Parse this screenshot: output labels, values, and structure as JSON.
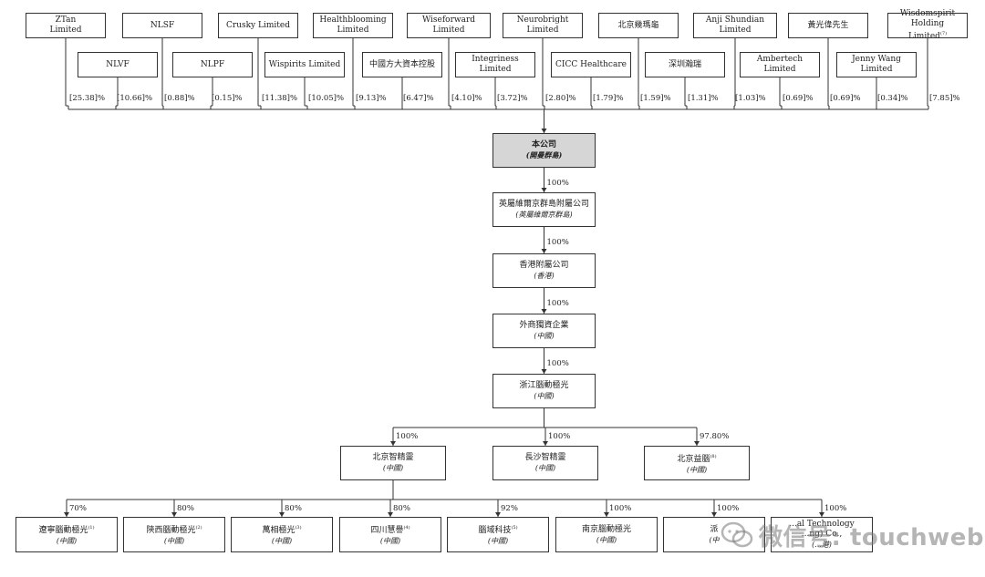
{
  "shareholders": [
    {
      "name": "ZTan\nLimited",
      "pct": "[25.38]%"
    },
    {
      "name": "NLVF",
      "pct": "[10.66]%"
    },
    {
      "name": "NLSF",
      "pct": "[0.88]%"
    },
    {
      "name": "NLPF",
      "pct": "[0.15]%"
    },
    {
      "name": "Crusky Limited",
      "pct": "[11.38]%"
    },
    {
      "name": "Wispirits Limited",
      "pct": "[10.05]%"
    },
    {
      "name": "Healthblooming\nLimited",
      "pct": "[9.13]%"
    },
    {
      "name": "中國方大資本控股",
      "pct": "[6.47]%"
    },
    {
      "name": "Wiseforward\nLimited",
      "pct": "[4.10]%"
    },
    {
      "name": "Integriness Limited",
      "pct": "[3.72]%"
    },
    {
      "name": "Neurobright Limited",
      "pct": "[2.80]%"
    },
    {
      "name": "CICC Healthcare",
      "pct": "[1.79]%"
    },
    {
      "name": "北京幾瑪龜",
      "pct": "[1.59]%"
    },
    {
      "name": "深圳瀚瑞",
      "pct": "[1.31]%"
    },
    {
      "name": "Anji Shundian\nLimited",
      "pct": "[1.03]%"
    },
    {
      "name": "Ambertech\nLimited",
      "pct": "[0.69]%"
    },
    {
      "name": "黃光偉先生",
      "pct": "[0.69]%"
    },
    {
      "name": "Jenny Wang\nLimited",
      "pct": "[0.34]%"
    },
    {
      "name": "Wisdomspirit Holding\nLimited",
      "note": "(7)",
      "pct": "[7.85]%"
    }
  ],
  "chain": [
    {
      "name": "本公司",
      "sub": "(開曼群島)",
      "highlight": true
    },
    {
      "name": "英屬維爾京群島附屬公司",
      "sub": "(英屬維爾京群島)",
      "pct_in": "100%"
    },
    {
      "name": "香港附屬公司",
      "sub": "(香港)",
      "pct_in": "100%"
    },
    {
      "name": "外商獨資企業",
      "sub": "(中國)",
      "pct_in": "100%"
    },
    {
      "name": "浙江腦動極光",
      "sub": "(中國)",
      "pct_in": "100%"
    }
  ],
  "level2": [
    {
      "name": "北京智精靈",
      "sub": "(中國)",
      "pct": "100%"
    },
    {
      "name": "長沙智精靈",
      "sub": "(中國)",
      "pct": "100%"
    },
    {
      "name": "北京益腦",
      "note": "(8)",
      "sub": "(中國)",
      "pct": "97.80%"
    }
  ],
  "level3": [
    {
      "name": "遼寧腦動極光",
      "note": "(1)",
      "sub": "(中國)",
      "pct": "70%"
    },
    {
      "name": "陝西腦動極光",
      "note": "(2)",
      "sub": "(中國)",
      "pct": "80%"
    },
    {
      "name": "萬相極光",
      "note": "(3)",
      "sub": "(中國)",
      "pct": "80%"
    },
    {
      "name": "四川慧譽",
      "note": "(4)",
      "sub": "(中國)",
      "pct": "80%"
    },
    {
      "name": "腦域科技",
      "note": "(5)",
      "sub": "(中國)",
      "pct": "92%"
    },
    {
      "name": "南京腦動極光",
      "sub": "(中國)",
      "pct": "100%"
    },
    {
      "name": "派",
      "sub": "(中",
      "pct": "100%"
    },
    {
      "name": "...al Technology\n...ng) Co.,",
      "sub": "(...港)",
      "pct": "100%"
    }
  ],
  "watermark": {
    "text": "微信号: touchweb",
    "icon": "wechat-icon"
  },
  "colors": {
    "line": "#333333",
    "company_fill": "#d6d6d6",
    "border": "#333333"
  }
}
